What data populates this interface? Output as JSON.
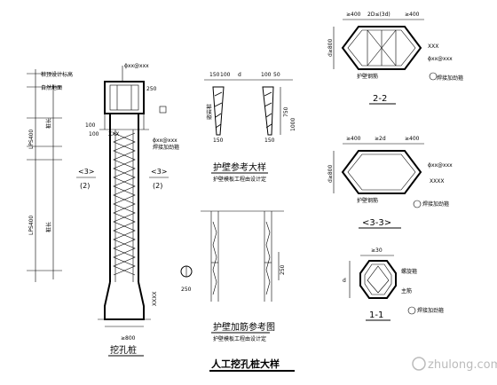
{
  "titles": {
    "main": "人工挖孔桩大样",
    "pile": "挖孔桩",
    "wall_detail": "护壁参考大样",
    "wall_detail_note": "护壁模板工程由设计定",
    "wall_rebar": "护壁加筋参考图",
    "wall_rebar_note": "护壁模板工程由设计定"
  },
  "sections": {
    "s22": "2-2",
    "s33": "<3-3>",
    "s11": "1-1",
    "cut3_left": "<3>",
    "cut3_right": "<3>",
    "cut2_left": "(2)",
    "cut2_right": "(2)"
  },
  "pile": {
    "top_bar": "ϕxx@xxx",
    "cap_right": "250",
    "left_100_a": "100",
    "left_100_b": "100",
    "xxx": "XXX",
    "stirrup": "ϕxx@xxx",
    "stirrup2": "焊接加劲箍",
    "left_label_1": "桩顶设计标高",
    "left_label_2": "自然地面",
    "left_vert_1": "LPS400",
    "left_vert_2": "LPS400",
    "left_vert_3": "桩长",
    "left_vert_4": "桩长",
    "bottom_dim": "≥800",
    "right_vert": "XXXX"
  },
  "wall": {
    "top_150": "150",
    "top_100a": "100",
    "top_d": "d",
    "top_100b": "100",
    "top_150b": "50",
    "right_750": "750",
    "right_1000": "1000",
    "bottom_150a": "150",
    "bottom_150b": "150",
    "mid_label": "嵌岩桩"
  },
  "rebar": {
    "dim_250": "250",
    "circle_250": "250"
  },
  "sec22": {
    "top_dims": [
      "≥400",
      "2D≤(3d)",
      "≥400"
    ],
    "left_dim": "d≥800",
    "right_a": "XXX",
    "right_b": "ϕxx@xxx",
    "right_c": "焊接加劲箍",
    "inner": "护壁钢筋"
  },
  "sec33": {
    "top_dims": [
      "≥400",
      "≥2d",
      "≥400"
    ],
    "left_dim": "d≥800",
    "right_a": "ϕxx@xxx",
    "right_b": "XXXX",
    "right_c": "焊接加劲箍",
    "inner": "护壁钢筋"
  },
  "sec11": {
    "top_dim": "≥30",
    "left_dim": "d",
    "label_a": "螺旋箍",
    "label_b": "主筋",
    "label_c": "焊接加劲箍"
  },
  "watermark": "zhulong.com"
}
